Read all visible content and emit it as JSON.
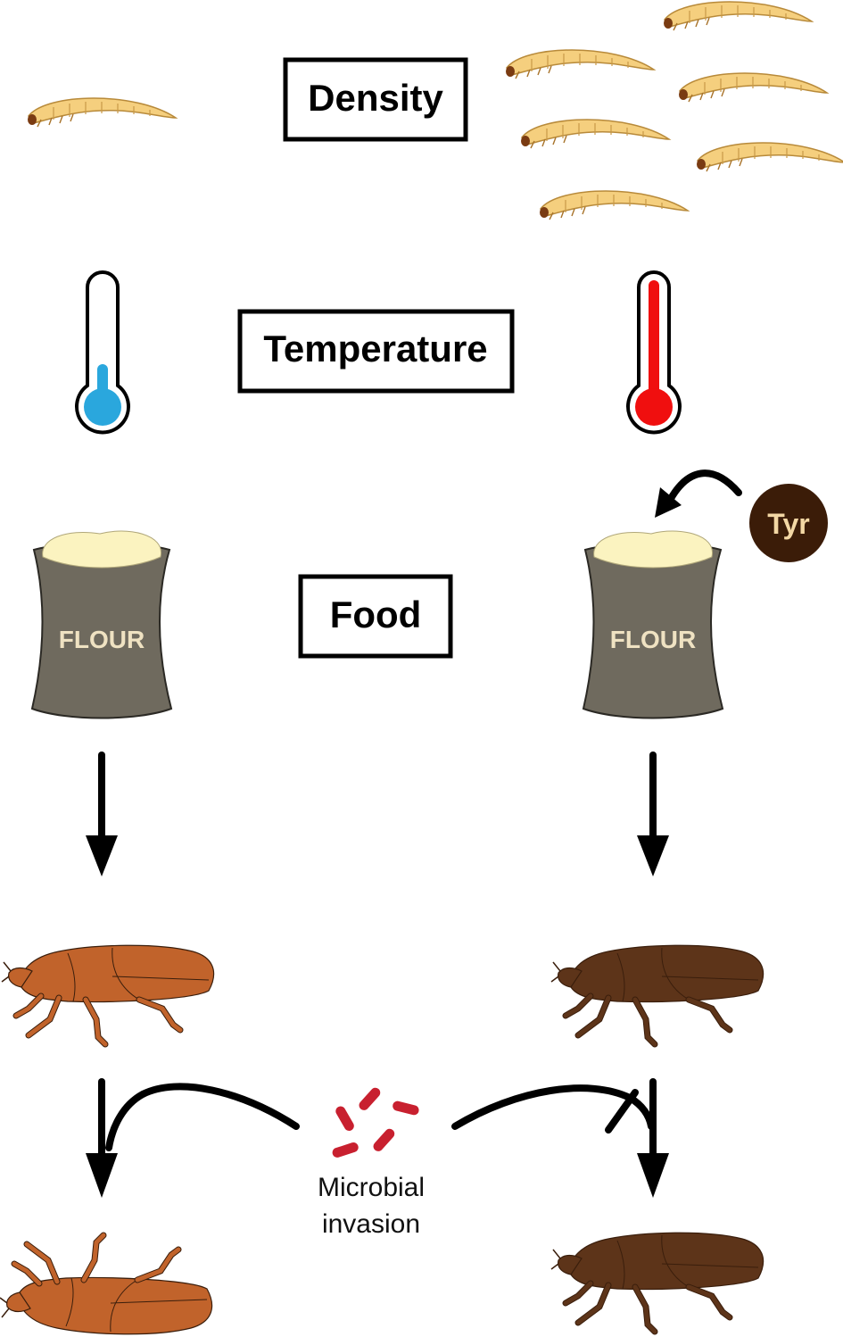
{
  "labels": {
    "density": "Density",
    "temperature": "Temperature",
    "food": "Food"
  },
  "flour_bags": {
    "left": "FLOUR",
    "right": "FLOUR"
  },
  "tyr": "Tyr",
  "microbial": {
    "line1": "Microbial",
    "line2": "invasion"
  },
  "colors": {
    "larva": "#f5cf7e",
    "thermometer_cold": "#2aa7dd",
    "thermometer_hot": "#f00f0f",
    "flour_bag": "#6f6a5e",
    "flour_top": "#fbf3c0",
    "beetle_light": "#c1632b",
    "beetle_dark": "#5d3419",
    "tyr_circle": "#3b1c08",
    "bacteria": "#c8202f"
  }
}
